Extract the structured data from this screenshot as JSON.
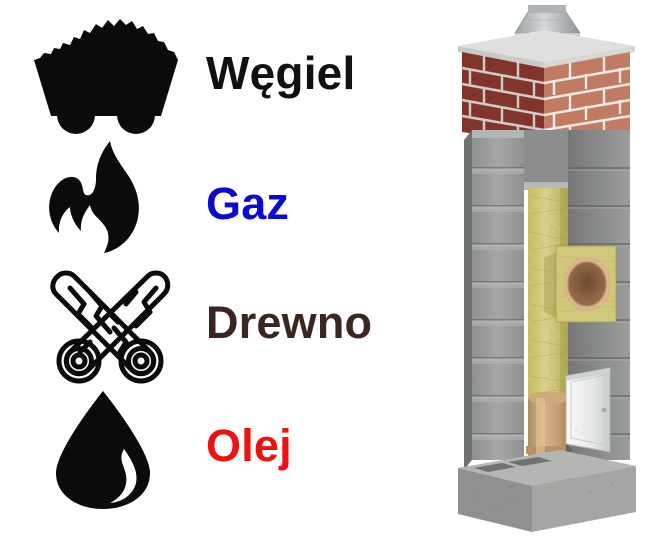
{
  "page": {
    "title": "Rodzaje paliwa i komin",
    "background": "#ffffff"
  },
  "fuel_list": {
    "items": [
      {
        "id": "wegiel",
        "label": "Węgiel",
        "color": "#111111",
        "icon": "coal-cart-icon",
        "icon_style": "solid-black"
      },
      {
        "id": "gaz",
        "label": "Gaz",
        "color": "#0a0ad2",
        "icon": "flame-icon",
        "icon_style": "solid-black"
      },
      {
        "id": "drewno",
        "label": "Drewno",
        "color": "#3a2520",
        "icon": "crossed-logs-icon",
        "icon_style": "outline-black"
      },
      {
        "id": "olej",
        "label": "Olej",
        "color": "#ee1111",
        "icon": "oil-drop-icon",
        "icon_style": "solid-black"
      }
    ]
  },
  "illustration": {
    "name": "chimney-cutaway",
    "alt": "Przekrój komina systemowego",
    "parts": [
      {
        "name": "metal-cap",
        "color": "#b8bcc0"
      },
      {
        "name": "brick-crown-left-face",
        "color": "#8e3a30"
      },
      {
        "name": "brick-crown-right-face",
        "color": "#c07a63"
      },
      {
        "name": "mortar-joint",
        "color": "#e6e4df"
      },
      {
        "name": "concrete-block-front",
        "color": "#9a9c99"
      },
      {
        "name": "concrete-block-side",
        "color": "#6f7270"
      },
      {
        "name": "mineral-wool-insulation",
        "color": "#ccc267"
      },
      {
        "name": "ceramic-flue-pipe",
        "color": "#c9a279"
      },
      {
        "name": "flue-inlet-opening",
        "color": "#8a6243"
      },
      {
        "name": "inspection-door",
        "color": "#e9eaea"
      },
      {
        "name": "concrete-base",
        "color": "#9a9c99"
      }
    ]
  }
}
